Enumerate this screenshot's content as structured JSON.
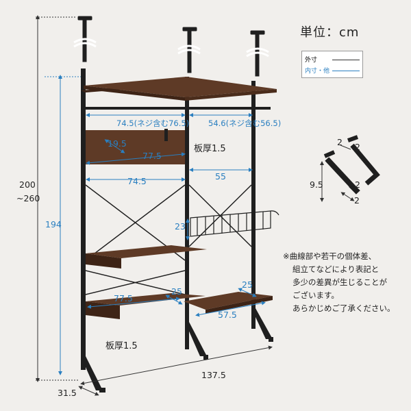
{
  "unit_label": "単位：cm",
  "legend": {
    "outer": "外寸",
    "inner": "内寸・他",
    "outer_color": "#333333",
    "inner_color": "#2a7fc0"
  },
  "note_lines": [
    "※曲線部や若干の個体差、",
    "組立てなどにより表記と",
    "多少の差異が生じることが",
    "ございます。",
    "あらかじめご了承ください。"
  ],
  "dims": {
    "total_height": "200",
    "total_height_range": "~260",
    "frame_height": "194",
    "top_left_width": "74.5(ネジ含む76.5)",
    "top_right_width": "54.6(ネジ含む56.5)",
    "board_side": "19.5",
    "board_width": "77.5",
    "board_thickness_top": "板厚1.5",
    "mid_left": "74.5",
    "mid_right": "55",
    "rack_height": "23",
    "desk_left_width": "77.5",
    "desk_left_depth": "25",
    "desk_right_depth": "25",
    "desk_right_width": "57.5",
    "board_thickness_bottom": "板厚1.5",
    "total_width": "137.5",
    "depth": "31.5"
  },
  "hook": {
    "top_a": "2",
    "top_b": "2",
    "height": "9.5",
    "side": "2",
    "bottom": "2"
  },
  "colors": {
    "frame": "#1f1f1f",
    "wood": "#5e3a26",
    "wood_edge": "#3e2416",
    "dimension": "#2a7fc0",
    "outer_dim": "#333333",
    "background": "#f1efec"
  }
}
